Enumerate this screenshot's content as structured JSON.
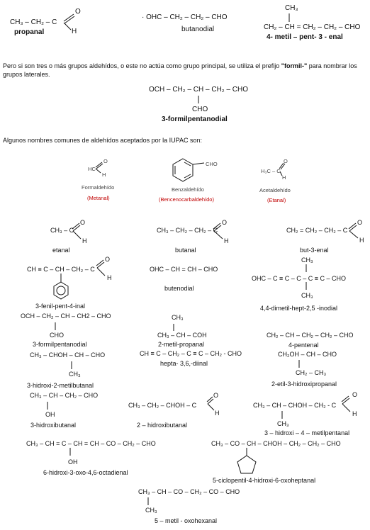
{
  "top": {
    "propanal_formula": "CH₃ – CH₂ – C",
    "propanal_o": "O",
    "propanal_h": "H",
    "propanal_name": "propanal",
    "butanodial_formula": "· OHC – CH₂ – CH₂ – CHO",
    "butanodial_name": "butanodial",
    "metil_ch3": "CH₃",
    "metil_formula": "CH₂ – CH = CH₂ – CH₂ – CHO",
    "metil_name": "4- metil – pent- 3 - enal"
  },
  "paragraph1": {
    "before": "Pero si son tres o más grupos aldehídos, o este no actúa como grupo principal, se utiliza el prefijo ",
    "prefix": "\"formil-\"",
    "after": " para nombrar los grupos laterales."
  },
  "formil_main": {
    "formula": "OCH – CH₂ – CH – CH₂ – CHO",
    "branch": "CHO",
    "name": "3-formilpentanodial"
  },
  "paragraph2": "Algunos nombres comunes de aldehídos aceptados por la IUPAC son:",
  "common": [
    {
      "formula": "HC",
      "o": "O",
      "h": "H",
      "name": "Formaldehído",
      "iupac": "(Metanal)"
    },
    {
      "formula": "CHO",
      "name": "Benzaldehído",
      "iupac": "(Bencenocarbaldehído)"
    },
    {
      "formula": "H₃C – C",
      "o": "O",
      "h": "H",
      "name": "Acetaldehído",
      "iupac": "(Etanal)"
    }
  ],
  "examples": {
    "etanal": {
      "formula": "CH₃ – C",
      "o": "O",
      "h": "H",
      "name": "etanal"
    },
    "butanal": {
      "formula": "CH₃ – CH₂ – CH₂ – C",
      "o": "O",
      "h": "H",
      "name": "butanal"
    },
    "butenal": {
      "formula": "CH₂ = CH₂ – CH₂ – C",
      "o": "O",
      "h": "H",
      "name": "but-3-enal"
    },
    "fenil": {
      "formula": "CH ≡ C – CH – CH₂ – C",
      "o": "O",
      "h": "H",
      "name": "3-fenil-pent-4-inal"
    },
    "butenodial": {
      "formula": "OHC – CH = CH – CHO",
      "name": "butenodial"
    },
    "inodial": {
      "ch3_top": "CH₃",
      "formula": "OHC – C ≡ C – C – C ≡ C – CHO",
      "ch3_bottom": "CH₃",
      "name": "4,4-dimetil-hept-2,5 -inodial"
    },
    "formilpent": {
      "formula": "OCH – CH₂ – CH – CH2 – CHO",
      "branch": "CHO",
      "name": "3-formilpentanodial"
    },
    "metilpropanal": {
      "ch3": "CH₃",
      "formula": "CH₃ – CH – COH",
      "name": "2-metil-propanal"
    },
    "diinal": {
      "formula": "CH ≡ C – CH₂ – C ≡ C – CH₂ - CHO",
      "name": "hepta- 3,6,-diinal"
    },
    "pentenal": {
      "formula": "CH₂ – CH – CH₂ – CH₂ – CHO",
      "name": "4-pentenal"
    },
    "etilhidroxi": {
      "formula": "CH₂OH – CH – CHO",
      "branch": "CH₂ – CH₃",
      "name": "2-etil-3-hidroxipropanal"
    },
    "hidroximetil": {
      "formula": "CH₃ – CHOH – CH – CHO",
      "branch": "CH₃",
      "name": "3-hidroxi-2-metilbutanal"
    },
    "hidroxibutanal3": {
      "formula": "CH₃ – CH – CH₂ – CHO",
      "branch": "OH",
      "name": "3-hidroxibutanal"
    },
    "hidroxibutanal2": {
      "formula": "CH₃ – CH₂ – CHOH – C",
      "o": "O",
      "h": "H",
      "name": "2 – hidroxibutanal"
    },
    "hidroximetilpent": {
      "formula": "CH₃ – CH – CHOH – CH₂ - C",
      "o": "O",
      "h": "H",
      "branch": "CH₃",
      "name": "3 – hidroxi – 4 – metilpentanal"
    },
    "octadienal": {
      "formula": "CH₃ – CH = C – CH = CH – CO – CH₂ – CHO",
      "branch": "OH",
      "name": "6-hidroxi-3-oxo-4,6-octadienal"
    },
    "ciclopentil": {
      "formula": "CH₃ – CO – CH – CHOH – CH₂ – CH₂ – CHO",
      "name": "5-ciclopentil-4-hidroxi-6-oxoheptanal"
    },
    "oxohexanal": {
      "formula": "CH₃ – CH – CO – CH₂ – CO – CHO",
      "branch": "CH₃",
      "name": "5 – metil - oxohexanal"
    }
  }
}
